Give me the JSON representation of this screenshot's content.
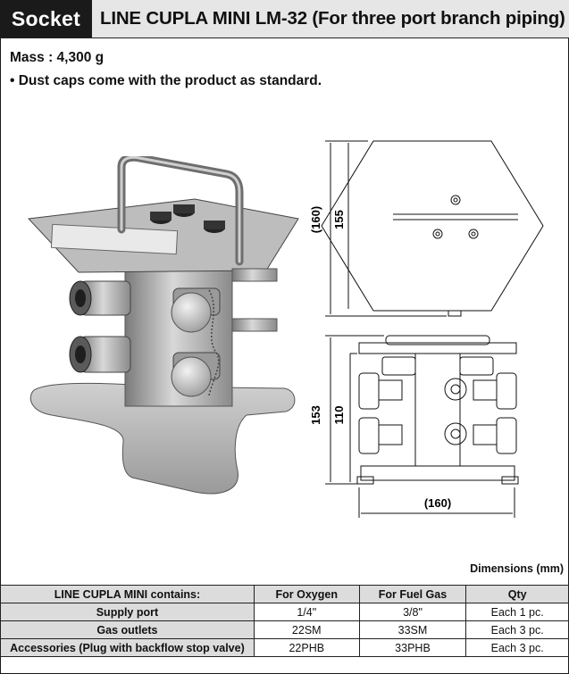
{
  "header": {
    "badge": "Socket",
    "title": "LINE CUPLA MINI LM-32 (For three port branch piping)"
  },
  "specs": {
    "mass": "Mass : 4,300 g",
    "dust_caps": "• Dust caps come with the product as standard."
  },
  "drawing": {
    "top_view": {
      "depth_outer": "(160)",
      "depth_inner": "155"
    },
    "front_view": {
      "height_outer": "153",
      "height_inner": "110",
      "width": "(160)"
    }
  },
  "units_note": "Dimensions (mm)",
  "table": {
    "headers": [
      "LINE CUPLA MINI contains:",
      "For Oxygen",
      "For Fuel Gas",
      "Qty"
    ],
    "rows": [
      {
        "label": "Supply port",
        "oxygen": "1/4\"",
        "fuel": "3/8\"",
        "qty": "Each 1 pc."
      },
      {
        "label": "Gas outlets",
        "oxygen": "22SM",
        "fuel": "33SM",
        "qty": "Each 3 pc."
      },
      {
        "label": "Accessories (Plug with backflow stop valve)",
        "oxygen": "22PHB",
        "fuel": "33PHB",
        "qty": "Each 3 pc."
      }
    ]
  }
}
